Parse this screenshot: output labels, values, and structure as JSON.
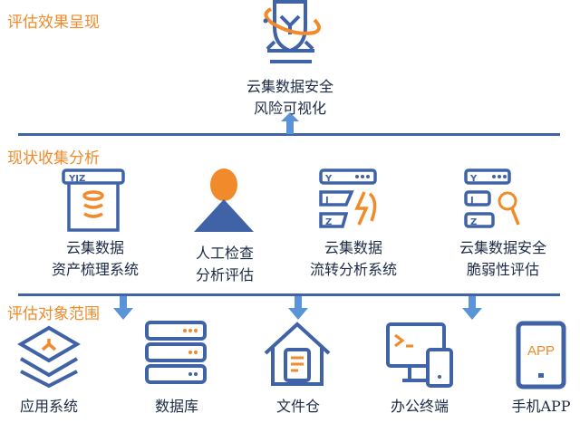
{
  "sections": {
    "result": "评估效果呈现",
    "collect": "现状收集分析",
    "scope": "评估对象范围"
  },
  "top": {
    "line1": "云集数据安全",
    "line2": "风险可视化"
  },
  "middle": [
    {
      "line1": "云集数据",
      "line2": "资产梳理系统",
      "icon": "database-doc-icon",
      "icon_text": "YJZ"
    },
    {
      "line1": "人工检查",
      "line2": "分析评估",
      "icon": "person-icon"
    },
    {
      "line1": "云集数据",
      "line2": "流转分析系统",
      "icon": "flow-icon",
      "icon_letters": [
        "Y",
        "J",
        "Z"
      ]
    },
    {
      "line1": "云集数据安全",
      "line2": "脆弱性评估",
      "icon": "search-icon",
      "icon_letters": [
        "Y",
        "J",
        "Z"
      ]
    }
  ],
  "bottom": [
    {
      "label": "应用系统",
      "icon": "layers-icon"
    },
    {
      "label": "数据库",
      "icon": "server-icon"
    },
    {
      "label": "文件仓",
      "icon": "file-house-icon"
    },
    {
      "label": "办公终端",
      "icon": "terminal-icon"
    },
    {
      "label": "手机APP",
      "icon": "tablet-icon",
      "icon_text": "APP"
    }
  ],
  "colors": {
    "blue": "#3f63a6",
    "orange": "#f08a2a",
    "arrow": "#5b93d9"
  }
}
